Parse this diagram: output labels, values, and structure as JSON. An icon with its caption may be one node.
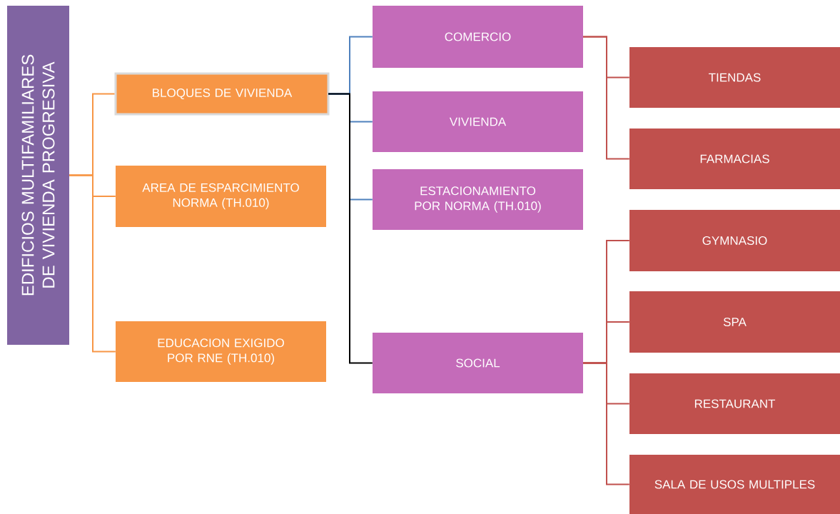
{
  "diagram": {
    "nodes": [
      {
        "text": [
          "EDIFICIOS MULTIFAMILIARES DE VIVIENDA PROGRESIVA"
        ]
      },
      {
        "text": [
          "BLOQUES DE VIVIENDA"
        ]
      },
      {
        "text": [
          "AREA DE ESPARCIMIENTO NORMA (TH.010)"
        ]
      },
      {
        "text": [
          "EDUCACION EXIGIDO POR RNE (TH.010)"
        ]
      },
      {
        "text": [
          "COMERCIO"
        ]
      },
      {
        "text": [
          "VIVIENDA"
        ]
      },
      {
        "text": [
          "ESTACIONAMIENTO POR NORMA (TH.010)"
        ]
      },
      {
        "text": [
          "SOCIAL"
        ]
      },
      {
        "text": [
          "TIENDAS"
        ]
      },
      {
        "text": [
          "FARMACIAS"
        ]
      },
      {
        "text": [
          "GYMNASIO"
        ]
      },
      {
        "text": [
          "SPA"
        ]
      },
      {
        "text": [
          "RESTAURANT"
        ]
      },
      {
        "text": [
          "SALA DE USOS MULTIPLES"
        ]
      }
    ],
    "edges": [
      {
        "from": 0,
        "to": 1,
        "arrow": "none",
        "color": "#f79646"
      },
      {
        "from": 0,
        "to": 2,
        "arrow": "none",
        "color": "#f79646"
      },
      {
        "from": 0,
        "to": 3,
        "arrow": "none",
        "color": "#f79646"
      },
      {
        "from": 1,
        "to": 4,
        "arrow": "none",
        "color": "#4f81bd"
      },
      {
        "from": 1,
        "to": 5,
        "arrow": "none",
        "color": "#4f81bd"
      },
      {
        "from": 1,
        "to": 6,
        "arrow": "none",
        "color": "#4f81bd"
      },
      {
        "from": 1,
        "to": 7,
        "arrow": "none",
        "color": "#000000"
      },
      {
        "from": 4,
        "to": 8,
        "arrow": "none"
      },
      {
        "from": 4,
        "to": 9,
        "arrow": "none"
      },
      {
        "from": 7,
        "to": 10,
        "arrow": "none"
      },
      {
        "from": 7,
        "to": 11,
        "arrow": "none"
      },
      {
        "from": 7,
        "to": 12,
        "arrow": "none"
      },
      {
        "from": 7,
        "to": 13,
        "arrow": "none"
      }
    ]
  }
}
